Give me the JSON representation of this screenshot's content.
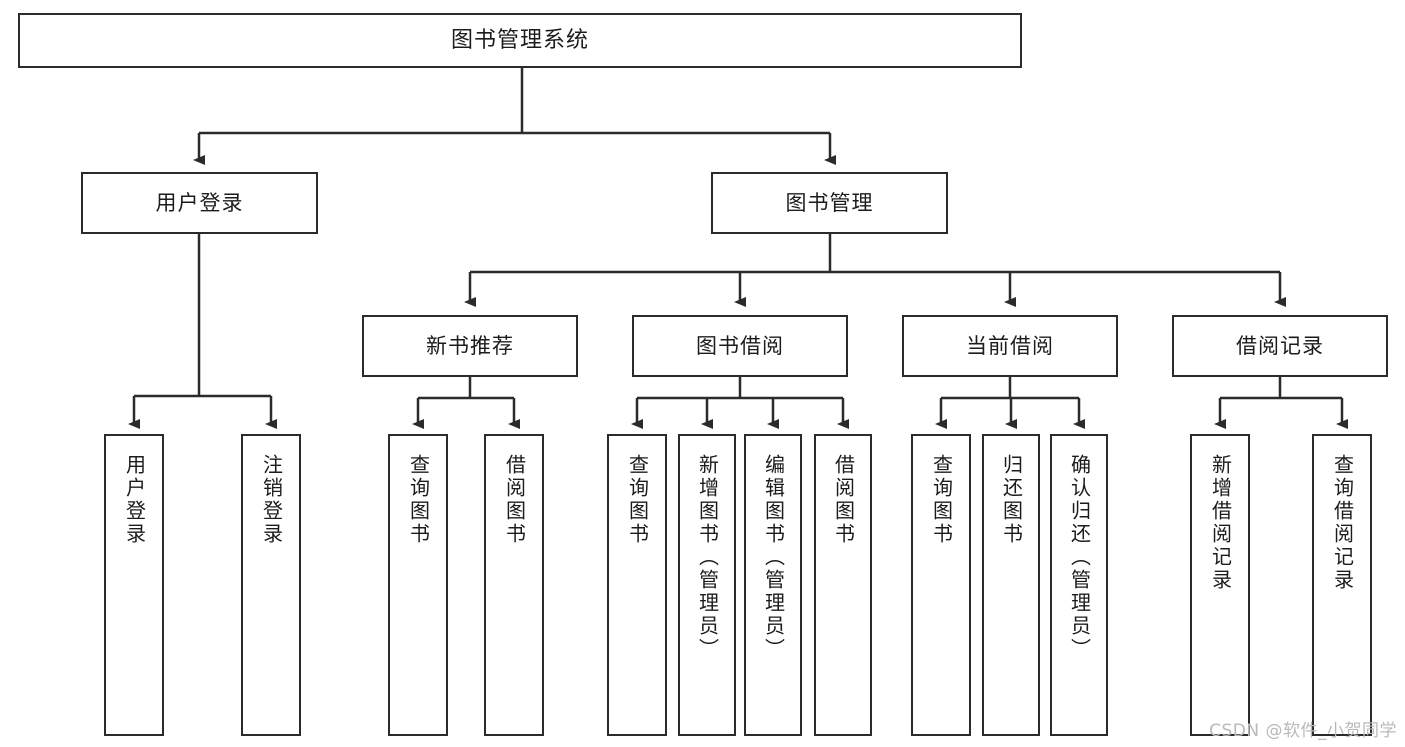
{
  "diagram": {
    "title": "图书管理系统",
    "watermark": "CSDN @软件_小贺同学",
    "colors": {
      "stroke": "#2b2b2b",
      "fill": "#ffffff",
      "text": "#1c1c1c",
      "watermark": "#b9b9b9"
    }
  },
  "nodes": {
    "root": {
      "label": "图书管理系统"
    },
    "level2": [
      {
        "label": "用户登录"
      },
      {
        "label": "图书管理"
      }
    ],
    "level3": [
      {
        "label": "新书推荐"
      },
      {
        "label": "图书借阅"
      },
      {
        "label": "当前借阅"
      },
      {
        "label": "借阅记录"
      }
    ],
    "leaves": {
      "user_login": [
        {
          "label": "用户登录"
        },
        {
          "label": "注销登录"
        }
      ],
      "new_book": [
        {
          "label": "查询图书"
        },
        {
          "label": "借阅图书"
        }
      ],
      "book_borrow": [
        {
          "label": "查询图书"
        },
        {
          "label": "新增图书（管理员）"
        },
        {
          "label": "编辑图书（管理员）"
        },
        {
          "label": "借阅图书"
        }
      ],
      "current_borrow": [
        {
          "label": "查询图书"
        },
        {
          "label": "归还图书"
        },
        {
          "label": "确认归还（管理员）"
        }
      ],
      "borrow_record": [
        {
          "label": "新增借阅记录"
        },
        {
          "label": "查询借阅记录"
        }
      ]
    }
  }
}
